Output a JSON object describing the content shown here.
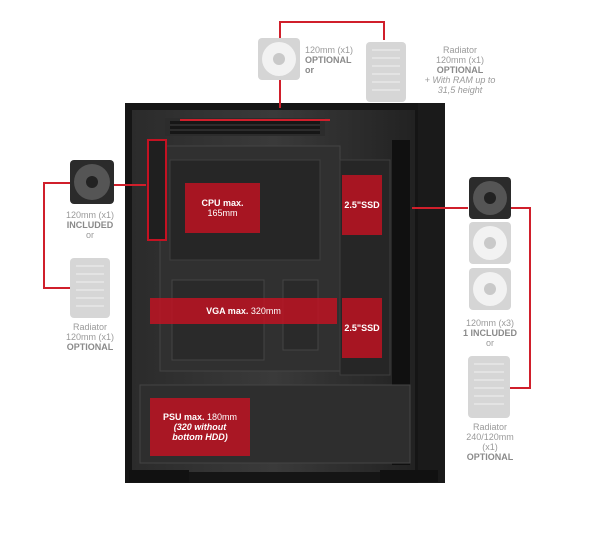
{
  "top": {
    "fan_size": "120mm (x1)",
    "fan_status": "OPTIONAL",
    "or": "or",
    "radiator_title": "Radiator",
    "radiator_size": "120mm (x1)",
    "radiator_status": "OPTIONAL",
    "radiator_note_1": "+ With RAM up to",
    "radiator_note_2": "31,5 height"
  },
  "left": {
    "fan_size": "120mm (x1)",
    "fan_status": "INCLUDED",
    "or": "or",
    "radiator_title": "Radiator",
    "radiator_size": "120mm (x1)",
    "radiator_status": "OPTIONAL"
  },
  "right": {
    "fan_size": "120mm (x3)",
    "fan_status": "1 INCLUDED",
    "or": "or",
    "radiator_title": "Radiator",
    "radiator_size": "240/120mm",
    "radiator_qty": "(x1)",
    "radiator_status": "OPTIONAL"
  },
  "zones": {
    "cpu_1": "CPU max.",
    "cpu_2": "165mm",
    "ssd_top": "2.5\"SSD",
    "vga_prefix": "VGA max.",
    "vga_value": "320mm",
    "ssd_bottom": "2.5\"SSD",
    "psu_prefix": "PSU max.",
    "psu_value": "180mm",
    "psu_note_1": "(320 without",
    "psu_note_2": "bottom HDD)"
  },
  "colors": {
    "accent": "#d01f2b",
    "case": "#1c1c1c",
    "fan_light": "#d8d8d8",
    "fan_dark": "#2a2a2a"
  }
}
